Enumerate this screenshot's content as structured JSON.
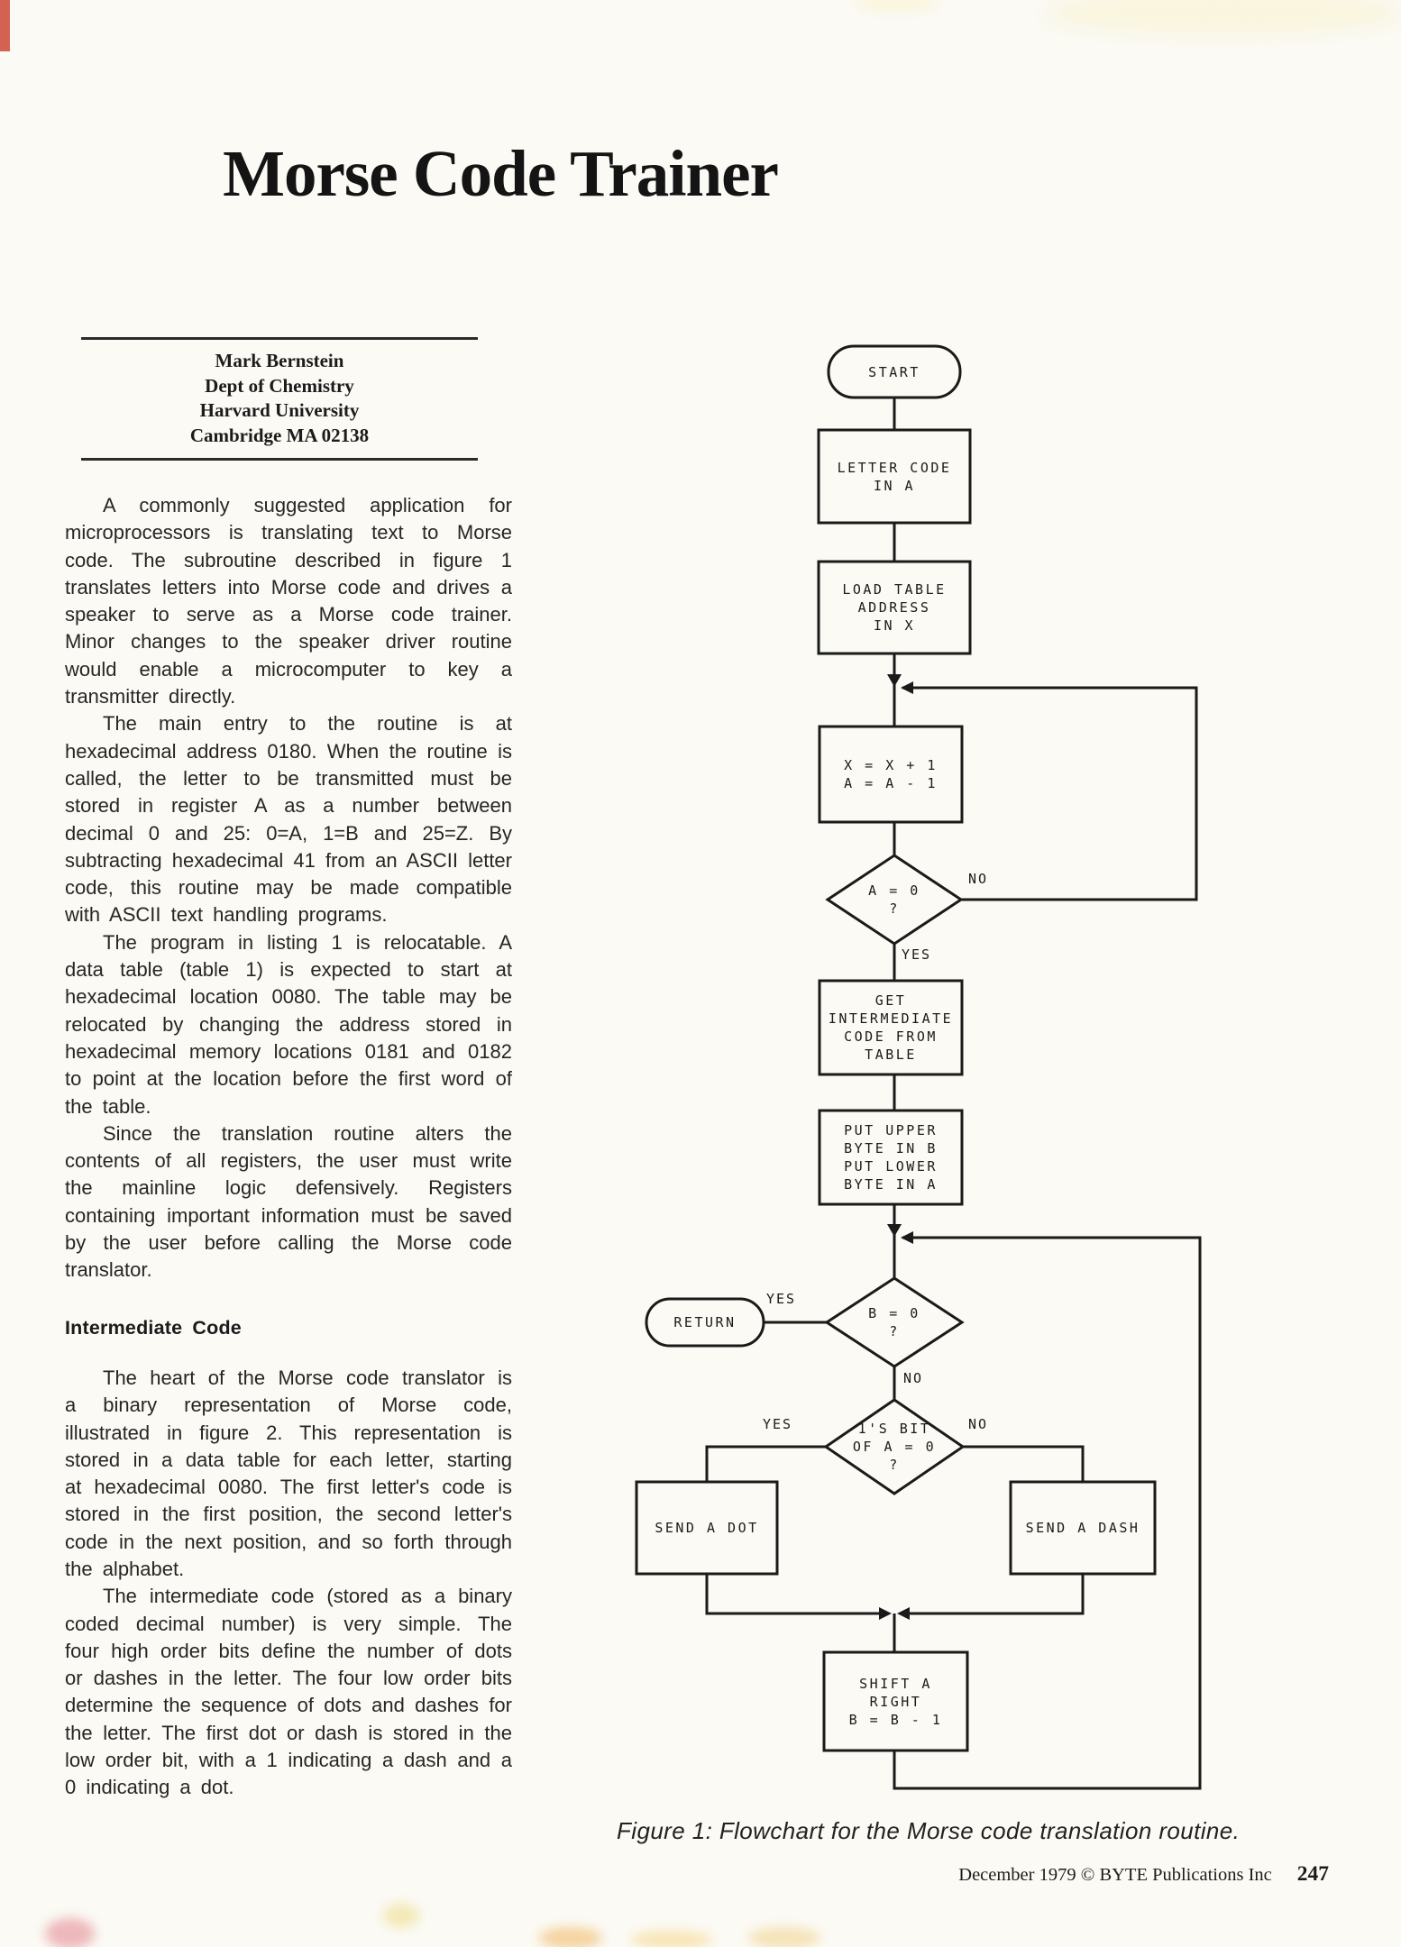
{
  "page": {
    "title": "Morse Code Trainer",
    "footer": "December 1979 © BYTE Publications Inc",
    "page_number": "247",
    "ink_color": "#1f1f1f",
    "paper_color": "#fbfaf4",
    "strip_color": "#cc4636"
  },
  "author_block": {
    "lines": [
      "Mark Bernstein",
      "Dept of Chemistry",
      "Harvard University",
      "Cambridge MA 02138"
    ]
  },
  "article": {
    "heading": "Intermediate Code",
    "paragraphs": [
      "A commonly suggested application for microprocessors is translating text to Morse code. The subroutine described in figure 1 translates letters into Morse code and drives a speaker to serve as a Morse code trainer. Minor changes to the speaker driver routine would enable a microcomputer to key a transmitter directly.",
      "The main entry to the routine is at hexadecimal address 0180. When the routine is called, the letter to be transmitted must be stored in register A as a number between decimal 0 and 25: 0=A, 1=B and 25=Z. By subtracting hexadecimal 41 from an ASCII letter code, this routine may be made compatible with ASCII text handling programs.",
      "The program in listing 1 is relocatable. A data table (table 1) is expected to start at hexadecimal location 0080. The table may be relocated by changing the address stored in hexadecimal memory locations 0181 and 0182 to point at the location before the first word of the table.",
      "Since the translation routine alters the contents of all registers, the user must write the mainline logic defensively. Registers containing important information must be saved by the user before calling the Morse code translator.",
      "The heart of the Morse code translator is a binary representation of Morse code, illustrated in figure 2. This representation is stored in a data table for each letter, starting at hexadecimal 0080. The first letter's code is stored in the first position, the second letter's code in the next position, and so forth through the alphabet.",
      "The intermediate code (stored as a binary coded decimal number) is very simple. The four high order bits define the number of dots or dashes in the letter. The four low order bits determine the sequence of dots and dashes for the letter. The first dot or dash is stored in the low order bit, with a 1 indicating a dash and a 0 indicating a dot."
    ]
  },
  "figure": {
    "caption": "Figure 1: Flowchart for the Morse code translation routine.",
    "nodes": {
      "start": "START",
      "letter_code": "LETTER CODE\nIN A",
      "load_table": "LOAD TABLE\nADDRESS\nIN X",
      "increment": "X = X + 1\nA = A - 1",
      "test_a": "A = 0\n?",
      "get_code": "GET\nINTERMEDIATE\nCODE FROM\nTABLE",
      "put_bytes": "PUT UPPER\nBYTE IN B\nPUT LOWER\nBYTE IN A",
      "test_b": "B = 0\n?",
      "return": "RETURN",
      "test_bit": "1'S BIT\nOF A = 0\n?",
      "send_dot": "SEND A DOT",
      "send_dash": "SEND A DASH",
      "shift": "SHIFT A\nRIGHT\nB = B - 1"
    },
    "branch_labels": {
      "a_no": "NO",
      "a_yes": "YES",
      "b_yes": "YES",
      "b_no": "NO",
      "bit_yes": "YES",
      "bit_no": "NO"
    }
  }
}
